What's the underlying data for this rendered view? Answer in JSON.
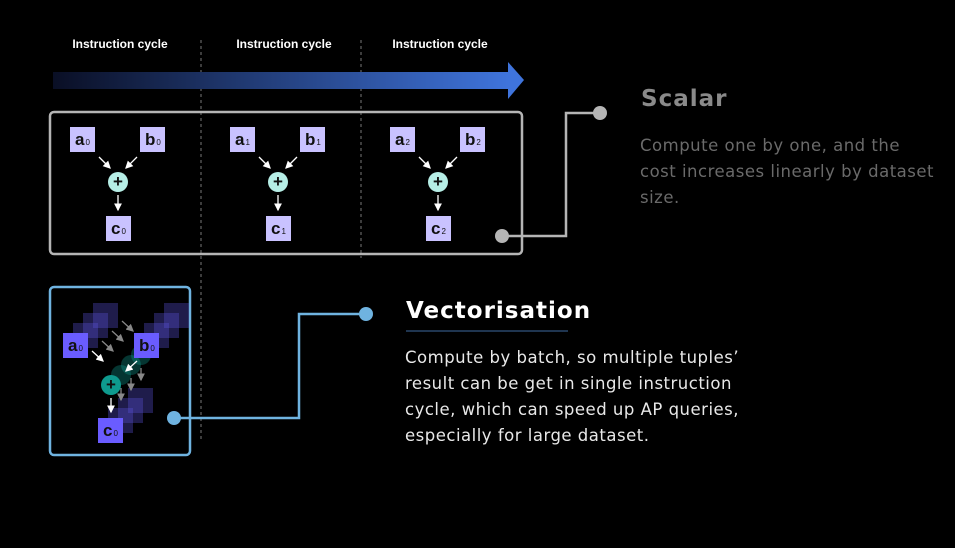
{
  "cycle_labels": [
    "Instruction cycle",
    "Instruction cycle",
    "Instruction cycle"
  ],
  "scalar": {
    "title": "Scalar",
    "description_lines": [
      "Compute one by one,  and the",
      "cost increases linearly by dataset",
      "size."
    ],
    "cells": [
      {
        "a": "a",
        "b": "b",
        "c": "c",
        "index": "0"
      },
      {
        "a": "a",
        "b": "b",
        "c": "c",
        "index": "1"
      },
      {
        "a": "a",
        "b": "b",
        "c": "c",
        "index": "2"
      }
    ],
    "operator": "+"
  },
  "vector": {
    "title": "Vectorisation",
    "description_lines": [
      "Compute by batch,  so multiple tuples’",
      "result can be get in single instruction",
      "cycle, which can speed up AP queries,",
      "especially for large dataset."
    ],
    "cell": {
      "a": "a",
      "b": "b",
      "c": "c",
      "index": "0"
    },
    "operator": "+"
  },
  "colors": {
    "scalar_cell": "#c9c2ff",
    "vector_cell": "#6a5cff",
    "plus_light": "#b6eee6",
    "plus_teal": "#0e9a8e",
    "scalar_accent": "#b5b5b5",
    "vector_accent": "#6fb3e0",
    "arrow_end": "#3f74dc"
  }
}
